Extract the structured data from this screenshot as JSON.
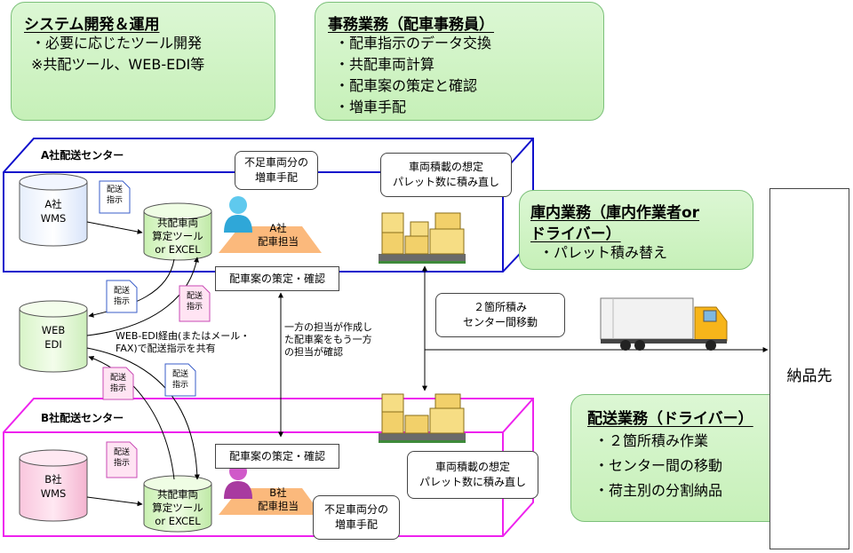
{
  "system_box": {
    "title": "システム開発＆運用",
    "lines": [
      "・必要に応じたツール開発",
      "※共配ツール、WEB-EDI等"
    ]
  },
  "office_box": {
    "title": "事務業務（配車事務員）",
    "lines": [
      "・配車指示のデータ交換",
      "・共配車両計算",
      "・配車案の策定と確認",
      "・増車手配"
    ]
  },
  "warehouse_box": {
    "title_line1": "庫内業務（庫内作業者or",
    "title_line2": "ドライバー）",
    "lines": [
      "・パレット積み替え"
    ]
  },
  "delivery_box": {
    "title": "配送業務（ドライバー）",
    "lines": [
      "・２箇所積み作業",
      "・センター間の移動",
      "・荷主別の分割納品"
    ]
  },
  "center_a": {
    "label": "A社配送センター",
    "wms": [
      "A社",
      "WMS"
    ],
    "tool": [
      "共配車両",
      "算定ツール",
      "or EXCEL"
    ],
    "staff": [
      "A社",
      "配車担当"
    ],
    "shortage": [
      "不足車両分の",
      "増車手配"
    ],
    "loading": [
      "車両積載の想定",
      "パレット数に積み直し"
    ],
    "instruction": [
      "配送",
      "指示"
    ]
  },
  "center_b": {
    "label": "B社配送センター",
    "wms": [
      "B社",
      "WMS"
    ],
    "tool": [
      "共配車両",
      "算定ツール",
      "or EXCEL"
    ],
    "staff": [
      "B社",
      "配車担当"
    ],
    "shortage": [
      "不足車両分の",
      "増車手配"
    ],
    "loading": [
      "車両積載の想定",
      "パレット数に積み直し"
    ],
    "instruction": [
      "配送",
      "指示"
    ]
  },
  "web_edi": [
    "WEB",
    "EDI"
  ],
  "plan_a": "配車案の策定・確認",
  "plan_b": "配車案の策定・確認",
  "share_note": [
    "WEB-EDI経由(またはメール・",
    "FAX)で配送指示を共有"
  ],
  "confirm_note": [
    "一方の担当が作成し",
    "た配車案をもう一方",
    "の担当が確認"
  ],
  "transfer_box": [
    "２箇所積み",
    "センター間移動"
  ],
  "destination": "納品先",
  "note_doc": [
    "配送",
    "指示"
  ],
  "colors": {
    "center_a": "#1010cc",
    "center_b": "#ee22ee",
    "green": "#c6f0b8",
    "staff_fill": "#fbb97c"
  }
}
